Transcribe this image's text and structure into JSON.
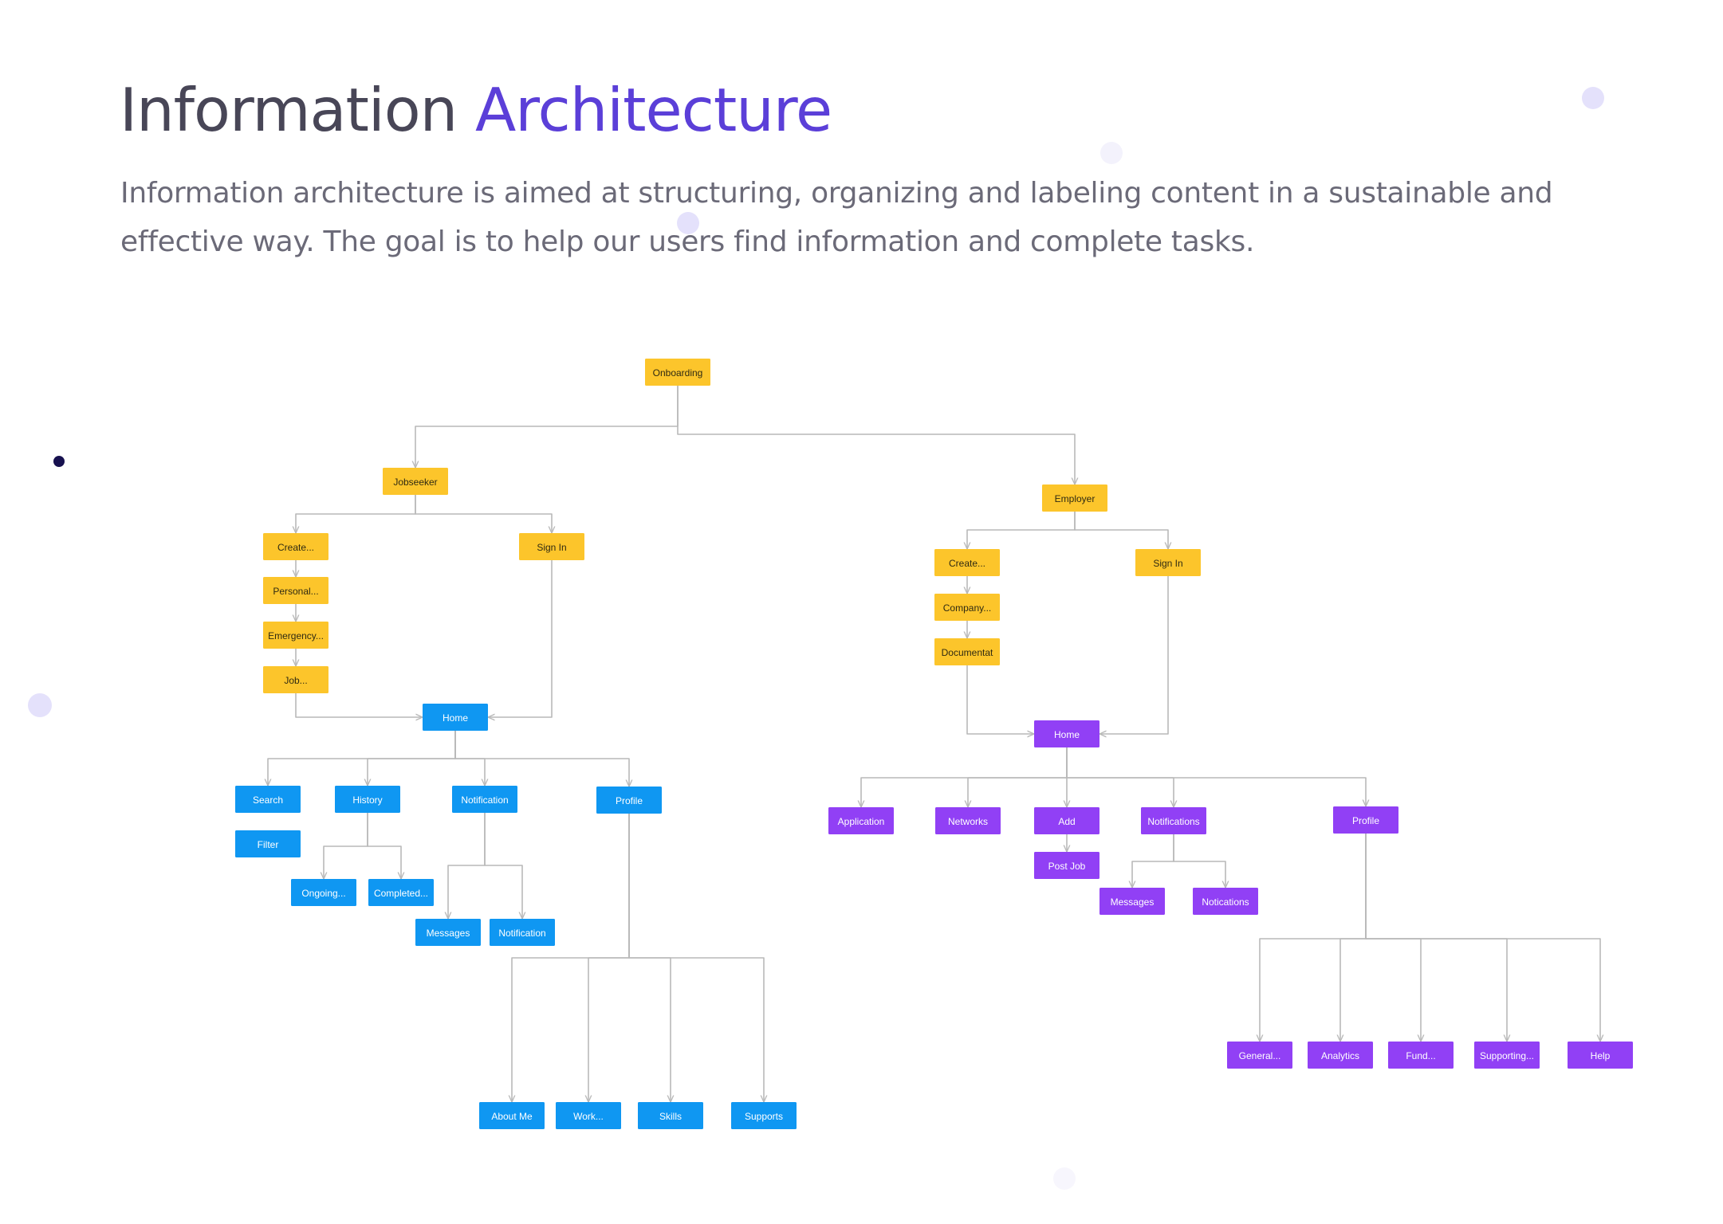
{
  "header": {
    "title_plain": "Information",
    "title_accent": "Architecture",
    "description": "Information architecture is aimed at structuring, organizing and labeling content in a sustainable and effective way. The goal is to help our users find information and complete tasks."
  },
  "colors": {
    "onboarding_node": "#fcc52b",
    "jobseeker_node": "#0f97f2",
    "employer_node": "#9140f5",
    "connector": "#b9b9b9",
    "title_accent": "#5b3fd8",
    "decor_light": "#e4e1fb",
    "decor_dark": "#17114f"
  },
  "diagram": {
    "nodes": [
      {
        "id": "onboarding",
        "label": "Onboarding",
        "group": "onboarding"
      },
      {
        "id": "jobseeker",
        "label": "Jobseeker",
        "group": "onboarding"
      },
      {
        "id": "employer",
        "label": "Employer",
        "group": "onboarding"
      },
      {
        "id": "js-create",
        "label": "Create...",
        "group": "onboarding"
      },
      {
        "id": "js-personal",
        "label": "Personal...",
        "group": "onboarding"
      },
      {
        "id": "js-emergency",
        "label": "Emergency...",
        "group": "onboarding"
      },
      {
        "id": "js-job",
        "label": "Job...",
        "group": "onboarding"
      },
      {
        "id": "js-signin",
        "label": "Sign In",
        "group": "onboarding"
      },
      {
        "id": "js-home",
        "label": "Home",
        "group": "jobseeker"
      },
      {
        "id": "js-search",
        "label": "Search",
        "group": "jobseeker"
      },
      {
        "id": "js-filter",
        "label": "Filter",
        "group": "jobseeker"
      },
      {
        "id": "js-history",
        "label": "History",
        "group": "jobseeker"
      },
      {
        "id": "js-ongoing",
        "label": "Ongoing...",
        "group": "jobseeker"
      },
      {
        "id": "js-completed",
        "label": "Completed...",
        "group": "jobseeker"
      },
      {
        "id": "js-notification",
        "label": "Notification",
        "group": "jobseeker"
      },
      {
        "id": "js-messages",
        "label": "Messages",
        "group": "jobseeker"
      },
      {
        "id": "js-notification2",
        "label": "Notification",
        "group": "jobseeker"
      },
      {
        "id": "js-profile",
        "label": "Profile",
        "group": "jobseeker"
      },
      {
        "id": "js-aboutme",
        "label": "About Me",
        "group": "jobseeker"
      },
      {
        "id": "js-work",
        "label": "Work...",
        "group": "jobseeker"
      },
      {
        "id": "js-skills",
        "label": "Skills",
        "group": "jobseeker"
      },
      {
        "id": "js-supports",
        "label": "Supports",
        "group": "jobseeker"
      },
      {
        "id": "em-create",
        "label": "Create...",
        "group": "onboarding"
      },
      {
        "id": "em-company",
        "label": "Company...",
        "group": "onboarding"
      },
      {
        "id": "em-documentat",
        "label": "Documentat",
        "group": "onboarding"
      },
      {
        "id": "em-signin",
        "label": "Sign In",
        "group": "onboarding"
      },
      {
        "id": "em-home",
        "label": "Home",
        "group": "employer"
      },
      {
        "id": "em-application",
        "label": "Application",
        "group": "employer"
      },
      {
        "id": "em-networks",
        "label": "Networks",
        "group": "employer"
      },
      {
        "id": "em-add",
        "label": "Add",
        "group": "employer"
      },
      {
        "id": "em-postjob",
        "label": "Post Job",
        "group": "employer"
      },
      {
        "id": "em-notifications",
        "label": "Notifications",
        "group": "employer"
      },
      {
        "id": "em-messages",
        "label": "Messages",
        "group": "employer"
      },
      {
        "id": "em-notications",
        "label": "Notications",
        "group": "employer"
      },
      {
        "id": "em-profile",
        "label": "Profile",
        "group": "employer"
      },
      {
        "id": "em-general",
        "label": "General...",
        "group": "employer"
      },
      {
        "id": "em-analytics",
        "label": "Analytics",
        "group": "employer"
      },
      {
        "id": "em-fund",
        "label": "Fund...",
        "group": "employer"
      },
      {
        "id": "em-supporting",
        "label": "Supporting...",
        "group": "employer"
      },
      {
        "id": "em-help",
        "label": "Help",
        "group": "employer"
      }
    ],
    "edges": [
      [
        "onboarding",
        "jobseeker"
      ],
      [
        "onboarding",
        "employer"
      ],
      [
        "jobseeker",
        "js-create"
      ],
      [
        "jobseeker",
        "js-signin"
      ],
      [
        "js-create",
        "js-personal"
      ],
      [
        "js-personal",
        "js-emergency"
      ],
      [
        "js-emergency",
        "js-job"
      ],
      [
        "js-job",
        "js-home"
      ],
      [
        "js-signin",
        "js-home"
      ],
      [
        "js-home",
        "js-search"
      ],
      [
        "js-home",
        "js-history"
      ],
      [
        "js-home",
        "js-notification"
      ],
      [
        "js-home",
        "js-profile"
      ],
      [
        "js-history",
        "js-ongoing"
      ],
      [
        "js-history",
        "js-completed"
      ],
      [
        "js-notification",
        "js-messages"
      ],
      [
        "js-notification",
        "js-notification2"
      ],
      [
        "js-profile",
        "js-aboutme"
      ],
      [
        "js-profile",
        "js-work"
      ],
      [
        "js-profile",
        "js-skills"
      ],
      [
        "js-profile",
        "js-supports"
      ],
      [
        "employer",
        "em-create"
      ],
      [
        "employer",
        "em-signin"
      ],
      [
        "em-create",
        "em-company"
      ],
      [
        "em-company",
        "em-documentat"
      ],
      [
        "em-documentat",
        "em-home"
      ],
      [
        "em-signin",
        "em-home"
      ],
      [
        "em-home",
        "em-application"
      ],
      [
        "em-home",
        "em-networks"
      ],
      [
        "em-home",
        "em-add"
      ],
      [
        "em-home",
        "em-notifications"
      ],
      [
        "em-home",
        "em-profile"
      ],
      [
        "em-add",
        "em-postjob"
      ],
      [
        "em-notifications",
        "em-messages"
      ],
      [
        "em-notifications",
        "em-notications"
      ],
      [
        "em-profile",
        "em-general"
      ],
      [
        "em-profile",
        "em-analytics"
      ],
      [
        "em-profile",
        "em-fund"
      ],
      [
        "em-profile",
        "em-supporting"
      ],
      [
        "em-profile",
        "em-help"
      ]
    ]
  }
}
